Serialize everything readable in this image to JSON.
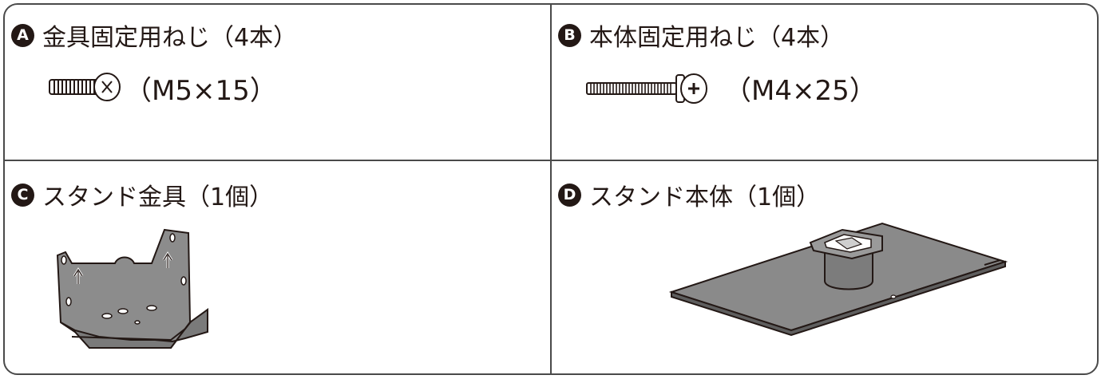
{
  "parts": [
    {
      "letter": "A",
      "title": "金具固定用ねじ（4本）",
      "spec": "（M5×15）",
      "icon": "screw-m5-icon"
    },
    {
      "letter": "B",
      "title": "本体固定用ねじ（4本）",
      "spec": "（M4×25）",
      "icon": "screw-m4-icon"
    },
    {
      "letter": "C",
      "title": "スタンド金具（1個）",
      "icon": "stand-bracket-icon"
    },
    {
      "letter": "D",
      "title": "スタンド本体（1個）",
      "icon": "stand-base-icon"
    }
  ]
}
